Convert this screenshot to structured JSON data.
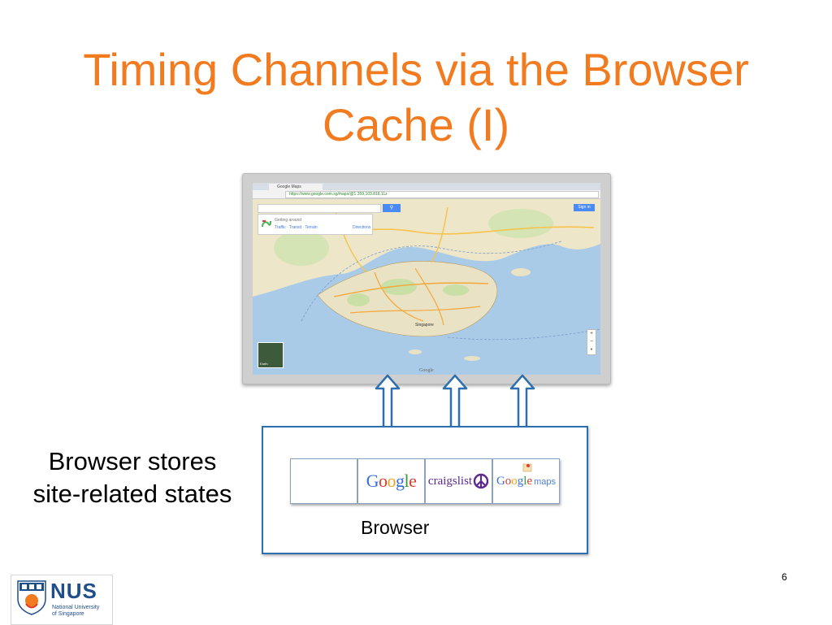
{
  "slide": {
    "title_line1": "Timing Channels via the Browser",
    "title_line2": "Cache (I)",
    "side_text_line1": "Browser stores",
    "side_text_line2": "site-related states",
    "browser_label": "Browser",
    "page_number": "6",
    "accent_color": "#f27a1f",
    "box_color": "#2e6fb0"
  },
  "screenshot": {
    "tab_label": "Google Maps",
    "url": "https://www.google.com.sg/maps/@1.359,103.818,11z",
    "search_button_icon": "search-icon",
    "getting_around": "Getting around",
    "getting_links": "Traffic · Transit · Terrain",
    "directions": "Directions",
    "sign_in": "Sign in",
    "earth_label": "Earth",
    "city_label": "Singapore",
    "map_attribution": "Google"
  },
  "cache_cells": [
    {
      "name": "empty",
      "label": ""
    },
    {
      "name": "google",
      "label": "Google"
    },
    {
      "name": "craigslist",
      "label": "craigslist"
    },
    {
      "name": "google-maps",
      "label_google": "Google",
      "label_maps": "maps"
    }
  ],
  "logo": {
    "name": "NUS",
    "sub_line1": "National University",
    "sub_line2": "of Singapore"
  }
}
